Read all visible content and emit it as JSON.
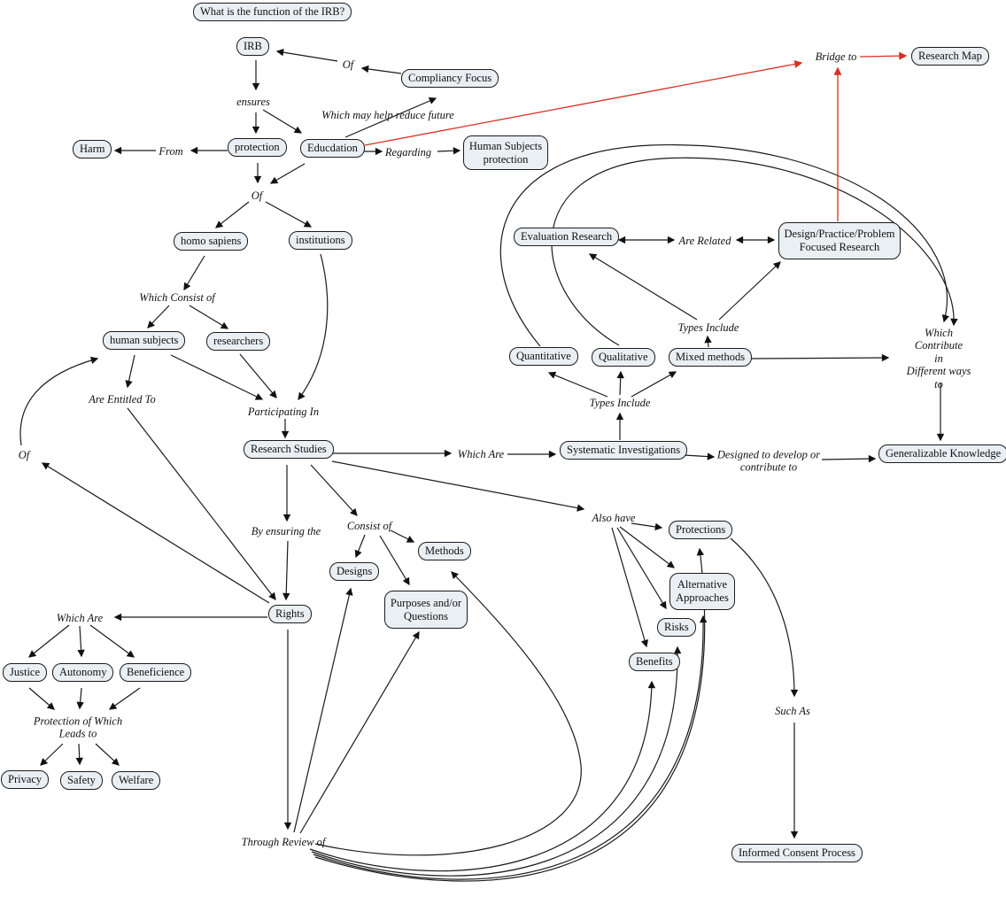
{
  "title": "IRB function concept map",
  "colors": {
    "node_fill": "#e9eff2",
    "node_border": "#1c1c1c",
    "edge": "#1a1a1a",
    "bridge_red": "#d93025"
  },
  "nodes": {
    "question": "What is the function of the IRB?",
    "irb": "IRB",
    "compliancy": "Compliancy Focus",
    "harm": "Harm",
    "protection": "protection",
    "educdation": "Educdation",
    "hs_protection": "Human Subjects\nprotection",
    "homo_sapiens": "homo sapiens",
    "institutions": "institutions",
    "human_subjects": "human subjects",
    "researchers": "researchers",
    "evaluation": "Evaluation Research",
    "design_research": "Design/Practice/Problem\nFocused Research",
    "quantitative": "Quantitative",
    "qualitative": "Qualitative",
    "mixed_methods": "Mixed methods",
    "research_studies": "Research Studies",
    "systematic": "Systematic Investigations",
    "generalizable": "Generalizable Knowledge",
    "research_map": "Research Map",
    "protections": "Protections",
    "alt_approaches": "Alternative\nApproaches",
    "risks": "Risks",
    "benefits": "Benefits",
    "designs": "Designs",
    "methods": "Methods",
    "purposes": "Purposes and/or\nQuestions",
    "rights": "Rights",
    "justice": "Justice",
    "autonomy": "Autonomy",
    "beneficience": "Beneficience",
    "privacy": "Privacy",
    "safety": "Safety",
    "welfare": "Welfare",
    "informed_consent": "Informed Consent Process"
  },
  "labels": {
    "of_top": "Of",
    "ensures": "ensures",
    "which_may_help": "Which may help reduce future",
    "from": "From",
    "regarding": "Regarding",
    "of_mid": "Of",
    "which_consist": "Which Consist of",
    "are_entitled": "Are Entitled To",
    "participating": "Participating In",
    "of_left": "Of",
    "which_are_mid": "Which Are",
    "also_have": "Also have",
    "designed": "Designed to develop or\ncontribute to",
    "are_related": "Are Related",
    "types_include_upper": "Types Include",
    "types_include_lower": "Types Include",
    "which_contribute": "Which Contribute\nin\nDifferent ways to",
    "bridge_to": "Bridge to",
    "such_as": "Such As",
    "through_review": "Through Review of",
    "by_ensuring": "By ensuring the",
    "consist_of": "Consist of",
    "which_are_left": "Which Are",
    "prot_which": "Protection of Which\nLeads to"
  }
}
